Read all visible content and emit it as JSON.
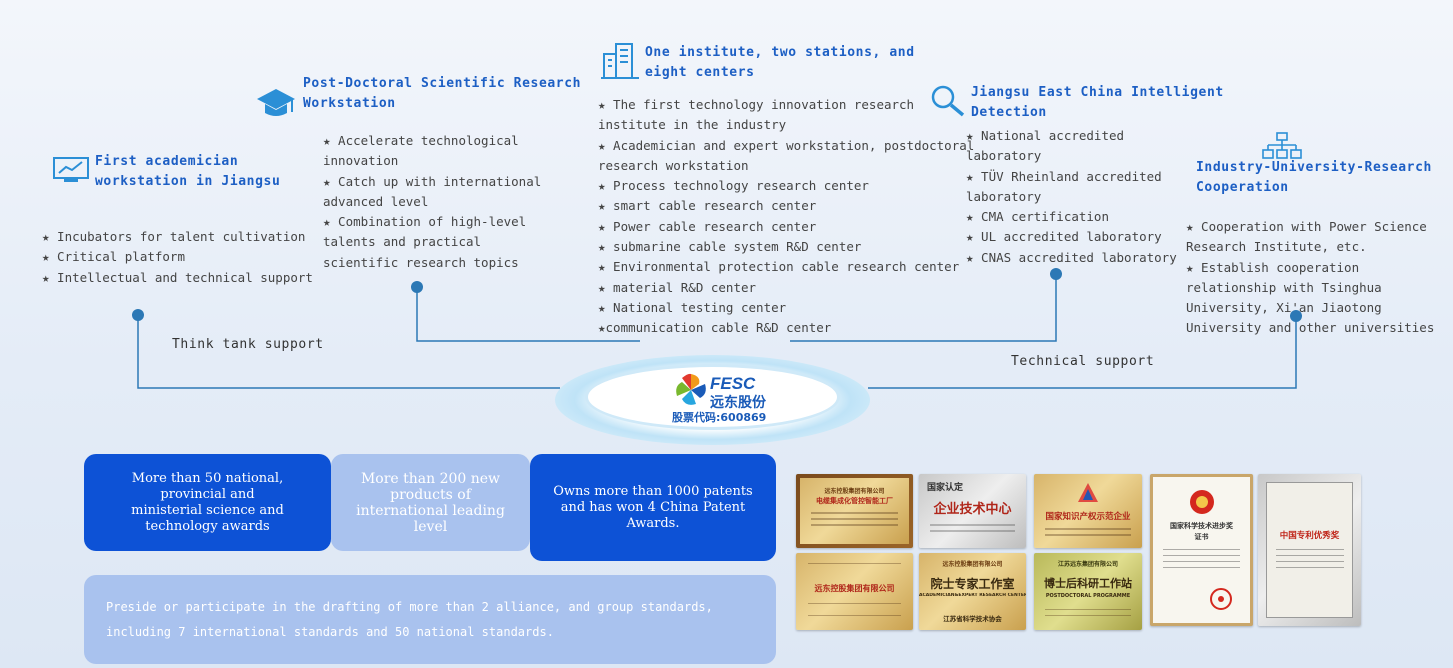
{
  "sections": {
    "academician": {
      "title": "First academician\nworkstation in Jiangsu",
      "items": [
        "★ Incubators for talent cultivation",
        "★ Critical platform",
        "★ Intellectual and technical support"
      ]
    },
    "postdoc": {
      "title": "Post-Doctoral Scientific Research\nWorkstation",
      "items": [
        "★ Accelerate technological\ninnovation",
        "★ Catch up with international\nadvanced level",
        "★ Combination of high-level\ntalents and practical\nscientific research topics"
      ]
    },
    "institute": {
      "title": "One institute, two stations, and\neight centers",
      "items": [
        "★ The first technology innovation research\ninstitute in the industry",
        "★ Academician and expert workstation, postdoctoral\nresearch workstation",
        "★ Process technology research center",
        "★ smart cable research center",
        "★ Power cable research center",
        "★ submarine cable system R&D center",
        "★ Environmental protection cable research center",
        "★ material R&D center",
        "★ National testing center",
        "★communication cable R&D center"
      ]
    },
    "detection": {
      "title": "Jiangsu East China Intelligent\nDetection",
      "items": [
        "★ National accredited\nlaboratory",
        "★ TÜV Rheinland accredited\nlaboratory",
        "★ CMA certification",
        "★ UL accredited laboratory",
        "★ CNAS accredited laboratory"
      ]
    },
    "cooperation": {
      "title": "Industry-University-Research\nCooperation",
      "items": [
        "★ Cooperation with Power Science\nResearch Institute, etc.",
        "★ Establish cooperation\nrelationship with Tsinghua\nUniversity, Xi'an Jiaotong\nUniversity and other universities"
      ]
    }
  },
  "labels": {
    "think_tank": "Think tank support",
    "technical": "Technical support"
  },
  "logo": {
    "brand": "FESC",
    "cn_name": "远东股份",
    "stock_code": "股票代码:600869"
  },
  "achievements": {
    "awards": "More than 50 national,\nprovincial and\nministerial science and\ntechnology awards",
    "products": "More than 200 new\nproducts of\ninternational leading\nlevel",
    "patents": "Owns more than 1000 patents\nand has won 4 China Patent\nAwards.",
    "standards": "Preside or participate in the drafting of more than 2 alliance, and group standards,\nincluding 7 international standards and 50 national standards."
  },
  "certificates": {
    "c1": "电缆集成化管控智能工厂",
    "c2_top": "国家认定",
    "c2_main": "企业技术中心",
    "c3": "国家知识产权示范企业",
    "c4": "国家科学技术进步奖\n证书",
    "c5": "中国专利优秀奖",
    "c6": "远东控股集团有限公司",
    "c7": "院士专家工作室",
    "c7_sub": "ACADEMICIAN&EXPERT RESEARCH CENTER",
    "c7_org": "江苏省科学技术协会",
    "c8": "博士后科研工作站",
    "c8_sub": "POSTDOCTORAL PROGRAMME"
  },
  "colors": {
    "title_blue": "#1d5fc4",
    "line_blue": "#2c78b5",
    "box_dark": "#0d52d6",
    "box_light": "#a9c2ee"
  }
}
